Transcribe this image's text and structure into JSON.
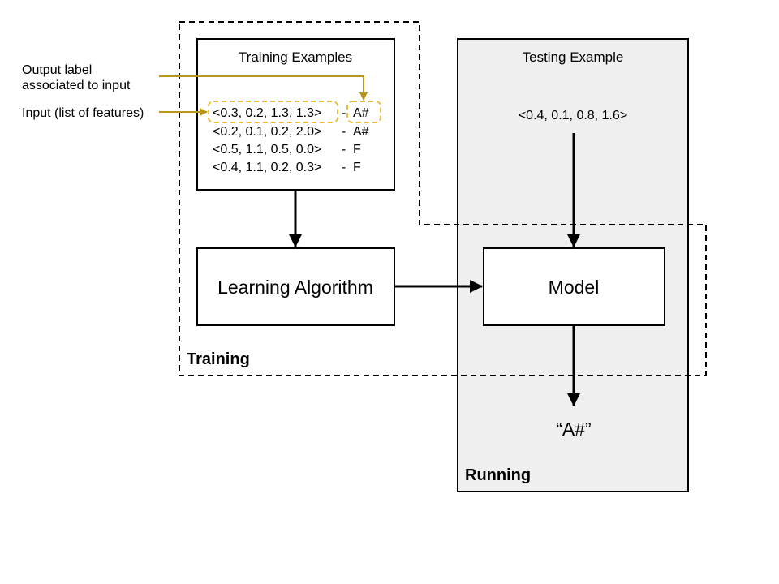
{
  "annotations": {
    "output_label_line1": "Output label",
    "output_label_line2": "associated to input",
    "input_label": "Input (list of features)",
    "highlight_color": "#b8951a",
    "highlight_box_color": "#e8c040"
  },
  "training_examples": {
    "title": "Training Examples",
    "rows": [
      {
        "features": "<0.3, 0.2, 1.3, 1.3>",
        "sep": "-",
        "label": "A#"
      },
      {
        "features": "<0.2, 0.1, 0.2, 2.0>",
        "sep": "-",
        "label": "A#"
      },
      {
        "features": "<0.5, 1.1, 0.5, 0.0>",
        "sep": "-",
        "label": "F"
      },
      {
        "features": "<0.4, 1.1, 0.2, 0.3>",
        "sep": "-",
        "label": "F"
      }
    ]
  },
  "learning_algorithm": {
    "label": "Learning Algorithm"
  },
  "training_region": {
    "label": "Training"
  },
  "testing": {
    "title": "Testing Example",
    "example": "<0.4, 0.1, 0.8, 1.6>",
    "model_label": "Model",
    "output": "“A#”",
    "region_label": "Running",
    "panel_color": "#efefef"
  }
}
